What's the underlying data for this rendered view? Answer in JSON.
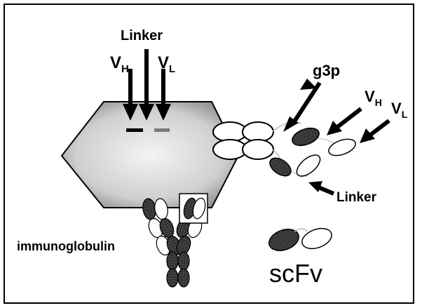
{
  "labels": {
    "linker_top": "Linker",
    "vh_top_main": "V",
    "vh_top_sub": "H",
    "vl_top_main": "V",
    "vl_top_sub": "L",
    "g3p": "g3p",
    "vh_right_main": "V",
    "vh_right_sub": "H",
    "vl_right_main": "V",
    "vl_right_sub": "L",
    "linker_right": "Linker",
    "immunoglobulin": "immunoglobulin",
    "scfv": "scFv"
  },
  "colors": {
    "dark_domain": "#3a3a3a",
    "stipple": "#b8b8b8",
    "border": "#000000"
  }
}
